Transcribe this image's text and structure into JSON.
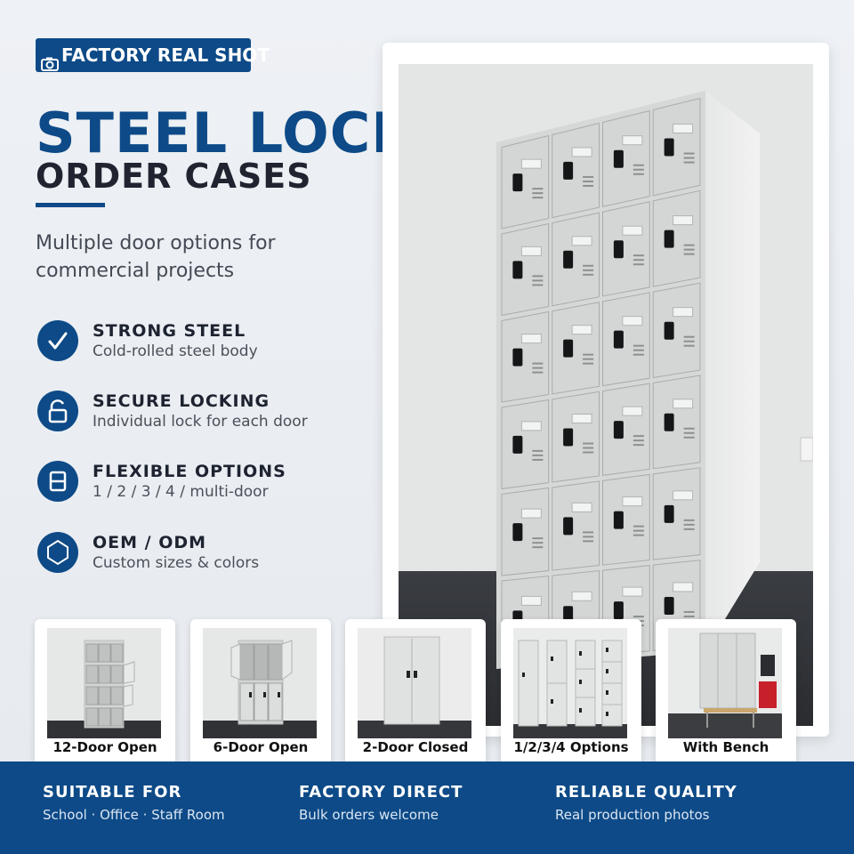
{
  "badge": {
    "label": "FACTORY REAL SHOT",
    "icon": "camera-icon"
  },
  "hero": {
    "title": "STEEL LOCKER",
    "subtitle": "ORDER CASES",
    "description": "Multiple door options for commercial projects"
  },
  "features": [
    {
      "title": "STRONG STEEL",
      "text": "Cold-rolled steel body",
      "icon": "checkmark-icon"
    },
    {
      "title": "SECURE LOCKING",
      "text": "Individual lock for each door",
      "icon": "padlock-icon"
    },
    {
      "title": "FLEXIBLE OPTIONS",
      "text": "1 / 2 / 3 / 4 / multi-door",
      "icon": "door-panel-icon"
    },
    {
      "title": "OEM / ODM",
      "text": "Custom sizes & colors",
      "icon": "hexagon-icon"
    }
  ],
  "thumbnails": [
    {
      "caption": "12-Door Open"
    },
    {
      "caption": "6-Door Open"
    },
    {
      "caption": "2-Door Closed"
    },
    {
      "caption": "1/2/3/4 Options"
    },
    {
      "caption": "With Bench"
    }
  ],
  "footer": [
    {
      "heading": "SUITABLE FOR",
      "text": "School · Office · Staff Room"
    },
    {
      "heading": "FACTORY DIRECT",
      "text": "Bulk orders welcome"
    },
    {
      "heading": "RELIABLE QUALITY",
      "text": "Real production photos"
    }
  ],
  "colors": {
    "brand": "#0d4a87",
    "text_dark": "#1d2330",
    "locker_grey": "#d4d6d6"
  }
}
